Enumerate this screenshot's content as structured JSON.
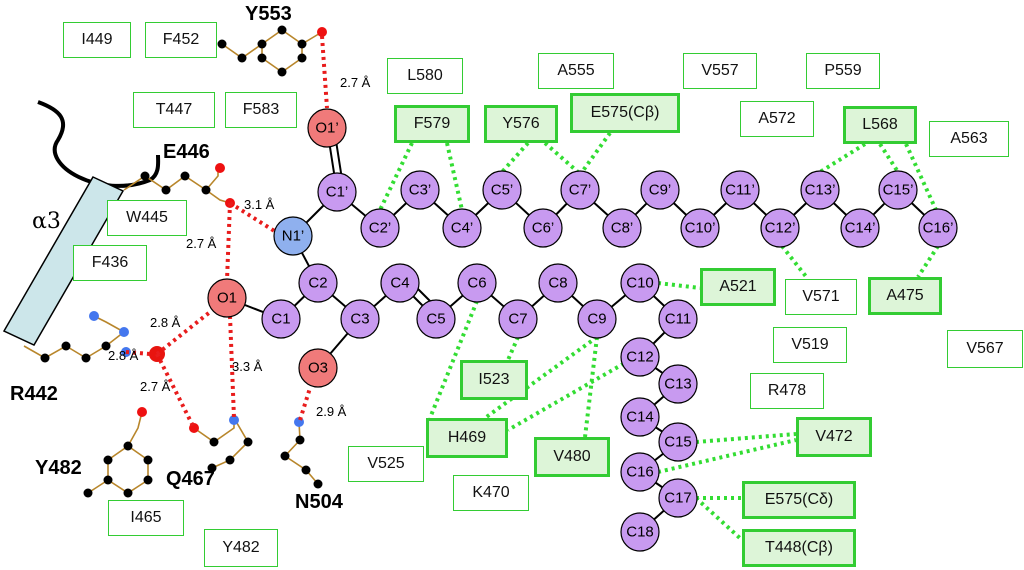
{
  "helix_label": "α3",
  "residue_labels": {
    "Y553": "Y553",
    "E446": "E446",
    "R442": "R442",
    "Y482": "Y482",
    "Q467": "Q467",
    "N504": "N504"
  },
  "atoms": {
    "O1p": "O1’",
    "C1p": "C1’",
    "N1p": "N1’",
    "C2p": "C2’",
    "C3p": "C3’",
    "C4p": "C4’",
    "C5p": "C5’",
    "C6p": "C6’",
    "C7p": "C7’",
    "C8p": "C8’",
    "C9p": "C9’",
    "C10p": "C10’",
    "C11p": "C11’",
    "C12p": "C12’",
    "C13p": "C13’",
    "C14p": "C14’",
    "C15p": "C15’",
    "C16p": "C16’",
    "O1": "O1",
    "C1": "C1",
    "C2": "C2",
    "C3": "C3",
    "C4": "C4",
    "C5": "C5",
    "C6": "C6",
    "C7": "C7",
    "C8": "C8",
    "C9": "C9",
    "C10": "C10",
    "C11": "C11",
    "C12": "C12",
    "C13": "C13",
    "C14": "C14",
    "C15": "C15",
    "C16": "C16",
    "C17": "C17",
    "C18": "C18",
    "O3": "O3"
  },
  "distances": {
    "y553_o1p": "2.7 Å",
    "e446_n1p": "3.1 Å",
    "e446_o1": "2.7 Å",
    "w_o1": "2.8 Å",
    "r442_w": "2.8 Å",
    "w_q467": "2.7 Å",
    "o1_q467": "3.3 Å",
    "o3_n504": "2.9 Å"
  },
  "residues": {
    "I449": "I449",
    "F452": "F452",
    "T447": "T447",
    "F583": "F583",
    "W445": "W445",
    "F436": "F436",
    "L580": "L580",
    "A555": "A555",
    "V557": "V557",
    "P559": "P559",
    "F579": "F579",
    "Y576": "Y576",
    "E575b": "E575(Cβ)",
    "A572": "A572",
    "L568": "L568",
    "A563": "A563",
    "A521": "A521",
    "V571": "V571",
    "A475": "A475",
    "V519": "V519",
    "V567": "V567",
    "I523": "I523",
    "R478": "R478",
    "H469": "H469",
    "V480": "V480",
    "V472": "V472",
    "V525": "V525",
    "K470": "K470",
    "E575d": "E575(Cδ)",
    "I465": "I465",
    "T448b": "T448(Cβ)",
    "Y482b": "Y482"
  },
  "colors": {
    "carbon": "#c89af0",
    "oxygen": "#f07a7a",
    "nitrogen": "#8fb0ee",
    "water": "#e8140f",
    "hbond": "#e81c1c",
    "hydrophobic": "#33dd33",
    "box": "#33cc33",
    "helix": "#cce6ea"
  }
}
